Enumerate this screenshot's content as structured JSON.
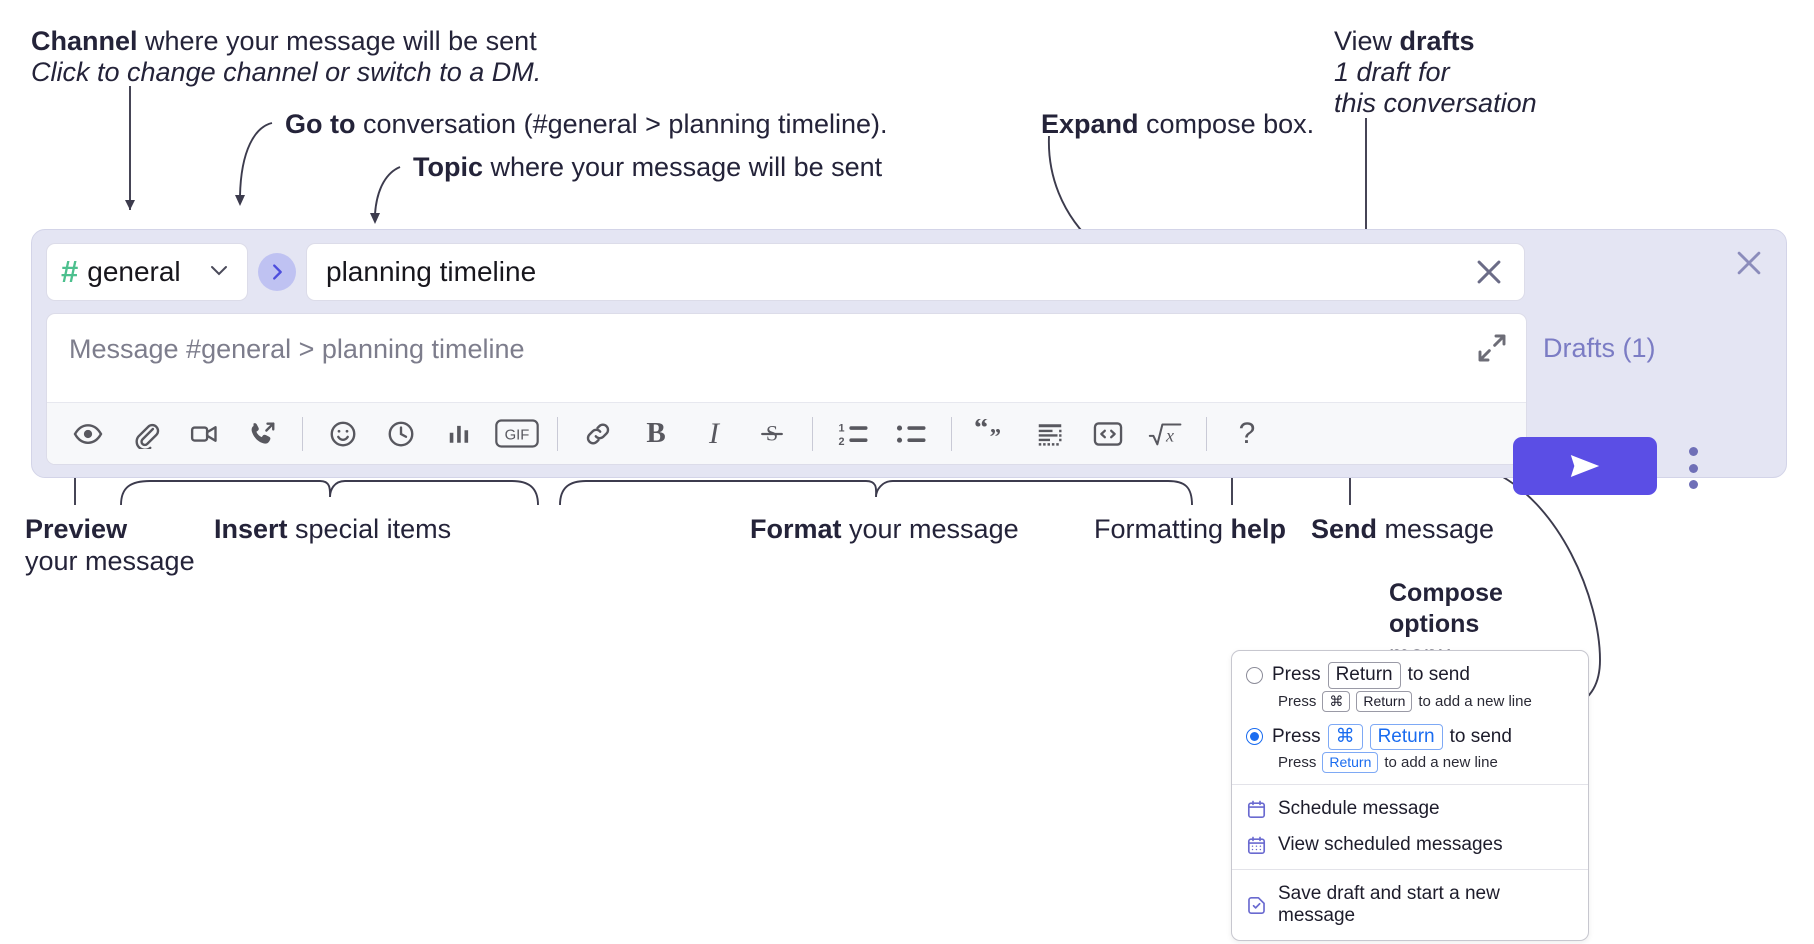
{
  "annotations": {
    "channel": {
      "bold": "Channel",
      "rest": " where your message will be sent",
      "sub": "Click to change channel or switch to a DM."
    },
    "goto": {
      "bold": "Go to",
      "rest": " conversation (#general > planning timeline)."
    },
    "topic": {
      "bold": "Topic",
      "rest": " where your message will be sent"
    },
    "expand": {
      "bold": "Expand",
      "rest": " compose box."
    },
    "view_drafts": {
      "bold": "drafts",
      "pre": "View ",
      "sub_line1": "1 draft for",
      "sub_line2": "this conversation"
    },
    "preview": {
      "bold": "Preview",
      "line2": "your message"
    },
    "insert": {
      "bold": "Insert",
      "rest": " special items"
    },
    "format": {
      "bold": "Format",
      "rest": " your message"
    },
    "formatting_help": {
      "pre": "Formatting ",
      "bold": "help"
    },
    "send": {
      "bold": "Send",
      "rest": " message"
    },
    "compose_options": {
      "line1": "Compose",
      "line2": "options",
      "line3": "menu"
    }
  },
  "compose": {
    "channel_pill": {
      "hash": "#",
      "name": "general",
      "chevron": "chevron-down-icon"
    },
    "go_button": "go-to-conversation-icon",
    "topic": {
      "value": "planning timeline",
      "clear": "close-icon"
    },
    "message": {
      "placeholder": "Message #general > planning timeline",
      "expand": "expand-icon"
    },
    "drafts_label": "Drafts (1)",
    "panel_close": "close-icon",
    "send_label": "send-icon",
    "kebab_label": "compose-options-icon",
    "accent_send": "#5b4ee5",
    "accent_hash": "#4dc08e",
    "panel_bg": "#e4e5f3",
    "drafts_color": "#7b7cc4"
  },
  "toolbar": {
    "groups": [
      {
        "name": "preview",
        "items": [
          {
            "id": "preview",
            "icon": "eye-icon",
            "label": "Preview"
          }
        ]
      },
      {
        "name": "insert",
        "items": [
          {
            "id": "attach",
            "icon": "paperclip-icon",
            "label": "Attach file"
          },
          {
            "id": "video",
            "icon": "video-camera-icon",
            "label": "Video clip"
          },
          {
            "id": "audio",
            "icon": "phone-arrow-icon",
            "label": "Audio clip"
          }
        ]
      },
      {
        "name": "insert2",
        "items": [
          {
            "id": "emoji",
            "icon": "smiley-icon",
            "label": "Emoji"
          },
          {
            "id": "reminder",
            "icon": "clock-icon",
            "label": "Reminder"
          },
          {
            "id": "poll",
            "icon": "bar-chart-icon",
            "label": "Poll"
          },
          {
            "id": "gif",
            "icon": "gif-icon",
            "label": "GIF"
          }
        ]
      },
      {
        "name": "format",
        "items": [
          {
            "id": "link",
            "icon": "link-icon",
            "label": "Link"
          },
          {
            "id": "bold",
            "icon": "bold-icon",
            "label": "B"
          },
          {
            "id": "italic",
            "icon": "italic-icon",
            "label": "I"
          },
          {
            "id": "strike",
            "icon": "strikethrough-icon",
            "label": "S"
          }
        ]
      },
      {
        "name": "lists",
        "items": [
          {
            "id": "ordered-list",
            "icon": "ordered-list-icon",
            "label": "Ordered list"
          },
          {
            "id": "bulleted-list",
            "icon": "bulleted-list-icon",
            "label": "Bulleted list"
          }
        ]
      },
      {
        "name": "blocks",
        "items": [
          {
            "id": "blockquote",
            "icon": "quote-icon",
            "label": "Blockquote"
          },
          {
            "id": "code-block",
            "icon": "code-block-icon",
            "label": "Code block"
          },
          {
            "id": "code",
            "icon": "code-icon",
            "label": "Code"
          },
          {
            "id": "math",
            "icon": "math-icon",
            "label": "Math"
          }
        ]
      },
      {
        "name": "help",
        "items": [
          {
            "id": "help",
            "icon": "question-mark-icon",
            "label": "?"
          }
        ]
      }
    ]
  },
  "menu": {
    "options": [
      {
        "selected": false,
        "main": [
          {
            "t": "text",
            "v": "Press"
          },
          {
            "t": "key",
            "v": "Return"
          },
          {
            "t": "text",
            "v": "to send"
          }
        ],
        "sub": [
          {
            "t": "text",
            "v": "Press"
          },
          {
            "t": "key",
            "v": "⌘"
          },
          {
            "t": "key",
            "v": "Return"
          },
          {
            "t": "text",
            "v": "to add a new line"
          }
        ]
      },
      {
        "selected": true,
        "main": [
          {
            "t": "text",
            "v": "Press"
          },
          {
            "t": "key-blue",
            "v": "⌘"
          },
          {
            "t": "key-blue",
            "v": "Return"
          },
          {
            "t": "text",
            "v": "to send"
          }
        ],
        "sub": [
          {
            "t": "text",
            "v": "Press"
          },
          {
            "t": "key-blue",
            "v": "Return"
          },
          {
            "t": "text",
            "v": "to add a new line"
          }
        ]
      }
    ],
    "items": [
      {
        "icon": "calendar-icon",
        "label": "Schedule message"
      },
      {
        "icon": "calendar-grid-icon",
        "label": "View scheduled messages"
      },
      {
        "icon": "save-draft-icon",
        "label": "Save draft and start a new message"
      }
    ],
    "icon_color": "#6a6ad0",
    "selected_color": "#1a6cf0"
  }
}
